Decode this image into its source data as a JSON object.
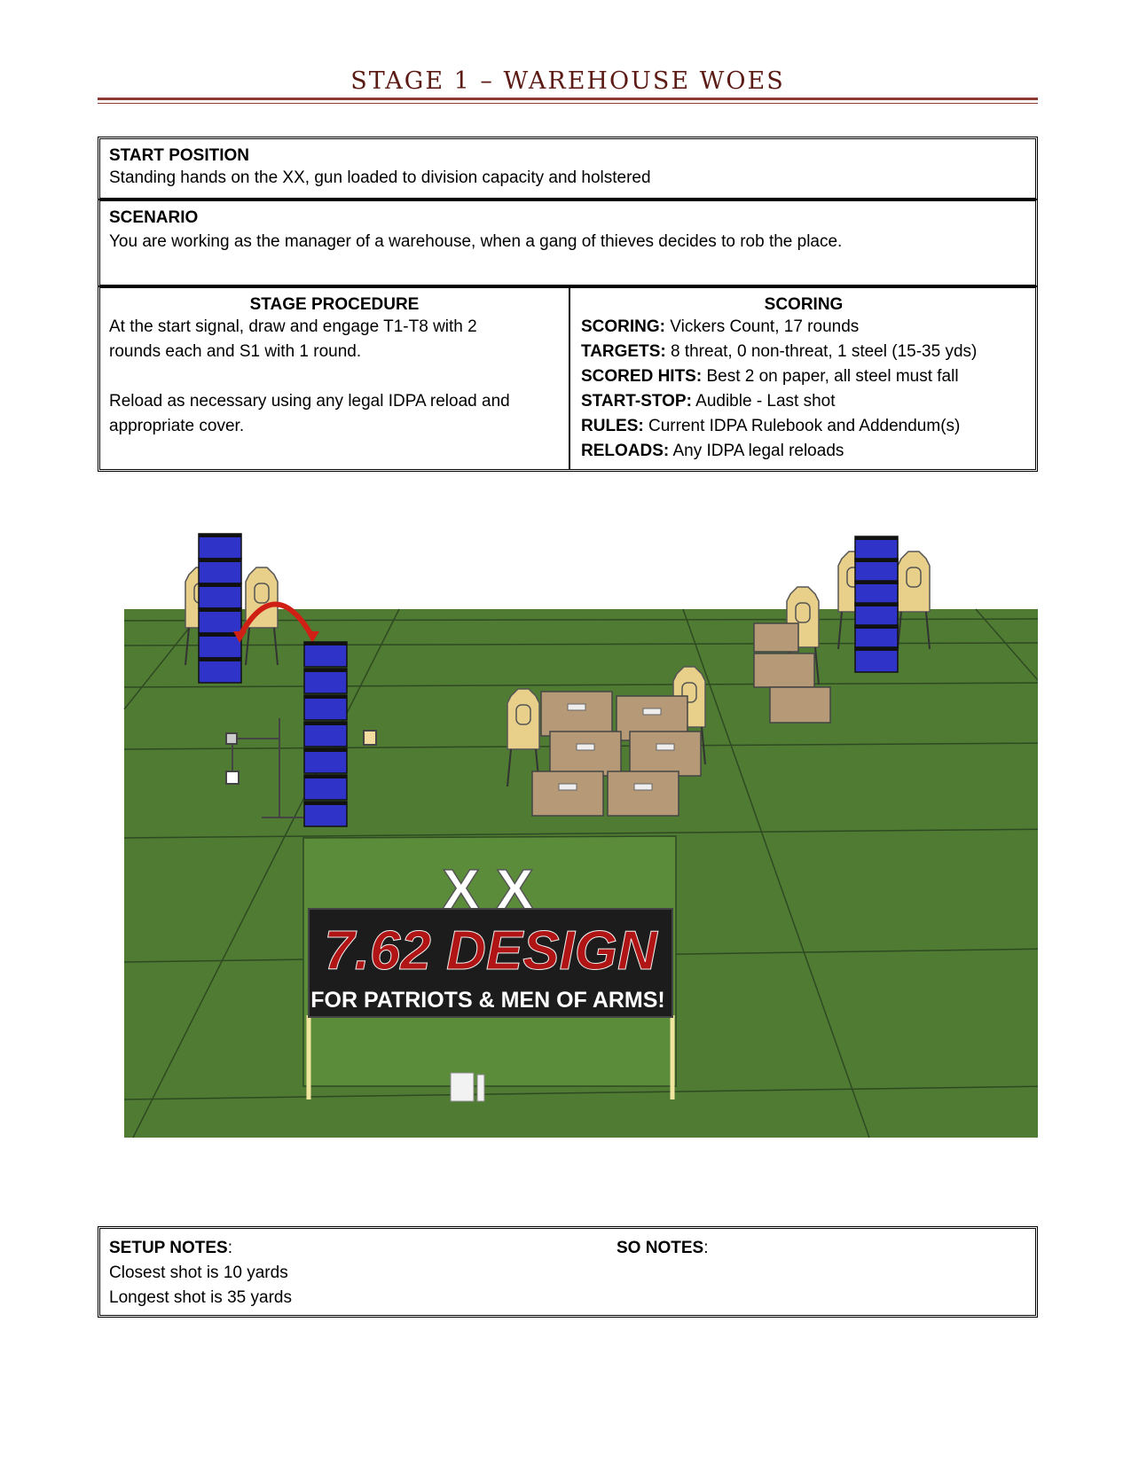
{
  "title": "STAGE 1 – WAREHOUSE WOES",
  "start_position": {
    "heading": "START POSITION",
    "text": "Standing hands on the XX, gun loaded to division capacity and holstered"
  },
  "scenario": {
    "heading": "SCENARIO",
    "text": "You are working as the manager of a warehouse, when a gang of thieves decides to rob the place."
  },
  "procedure": {
    "heading": "STAGE PROCEDURE",
    "line1": "At the start signal, draw and engage  T1-T8 with 2",
    "line2": "rounds each and S1 with 1 round.",
    "line3": "Reload as necessary using any legal IDPA reload and",
    "line4": "appropriate cover."
  },
  "scoring": {
    "heading": "SCORING",
    "rows": [
      {
        "label": "SCORING:",
        "value": " Vickers Count, 17 rounds"
      },
      {
        "label": "TARGETS:",
        "value": " 8 threat, 0 non-threat, 1 steel (15-35 yds)"
      },
      {
        "label": "SCORED HITS:",
        "value": " Best 2 on paper, all steel must fall"
      },
      {
        "label": "START-STOP:",
        "value": " Audible - Last shot"
      },
      {
        "label": "RULES:",
        "value": " Current IDPA Rulebook and Addendum(s)"
      },
      {
        "label": "RELOADS:",
        "value": " Any IDPA legal reloads"
      }
    ]
  },
  "diagram": {
    "start_marker": "X X",
    "banner_title": "7.62 DESIGN",
    "banner_subtitle": "FOR PATRIOTS & MEN OF ARMS!",
    "colors": {
      "ground": "#4f7b33",
      "barrel": "#2f33c8",
      "target": "#e8d08a",
      "box": "#b69a78",
      "arrow": "#d02015"
    }
  },
  "notes": {
    "setup_heading": "SETUP NOTES",
    "setup_lines": [
      "Closest shot is 10 yards",
      "Longest shot is 35 yards"
    ],
    "so_heading": "SO NOTES"
  }
}
